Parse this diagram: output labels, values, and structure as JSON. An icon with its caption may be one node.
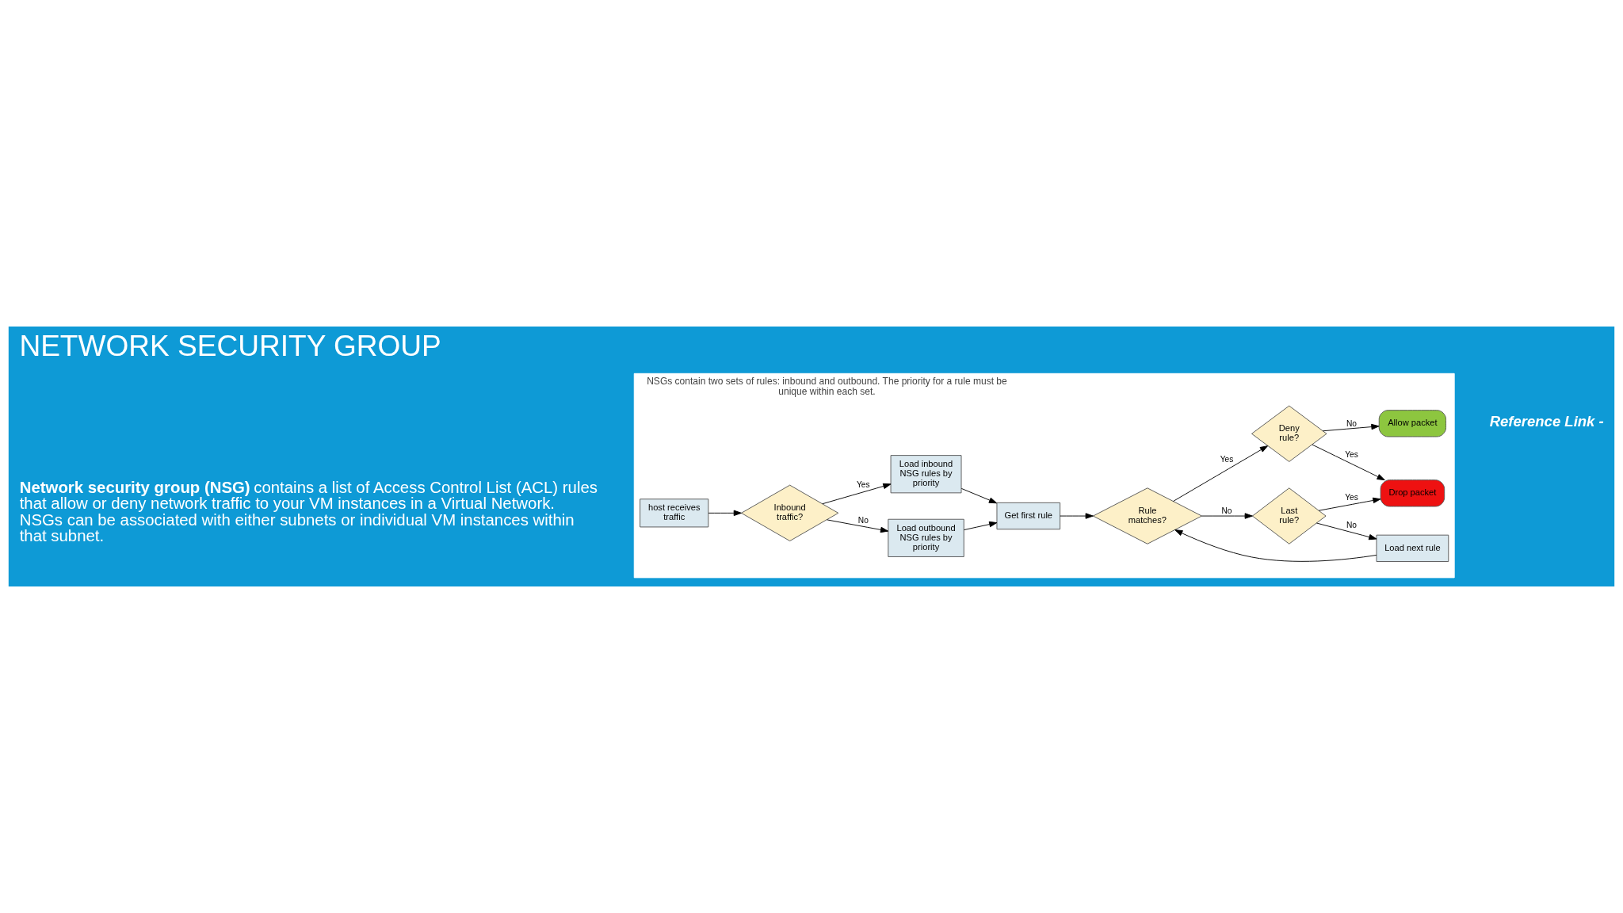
{
  "diagram": {
    "title": "NETWORK SECURITY GROUP",
    "nodes": [
      {
        "text": [
          "NSGs contain two sets of rules: inbound and outbound. The priority for a rule must be unique within each set."
        ]
      },
      {
        "text": [
          "host receives traffic"
        ],
        "in": 0
      },
      {
        "text": [
          "Inbound traffic?"
        ],
        "in": 0
      },
      {
        "text": [
          "Load outbound NSG rules by priority"
        ],
        "in": 0
      },
      {
        "text": [
          "Load inbound NSG rules by priority"
        ],
        "in": 0
      },
      {
        "text": [
          "Get first rule"
        ],
        "in": 0
      },
      {
        "text": [
          "Load next rule"
        ],
        "in": 0
      },
      {
        "text": [
          "Rule matches?"
        ],
        "in": 0
      },
      {
        "text": [
          "Last rule?"
        ],
        "in": 0
      },
      {
        "text": [
          "Deny rule?"
        ],
        "in": 0
      },
      {
        "text": [
          "Drop packet"
        ],
        "in": 0
      },
      {
        "text": [
          "Allow packet"
        ],
        "in": 0
      }
    ],
    "edges": [
      {
        "from": 1,
        "to": 2,
        "arrow": "to"
      },
      {
        "from": 2,
        "to": 3,
        "arrow": "to",
        "label": "No"
      },
      {
        "from": 2,
        "to": 4,
        "arrow": "to",
        "label": "Yes"
      },
      {
        "from": 3,
        "to": 5,
        "arrow": "to"
      },
      {
        "from": 4,
        "to": 5,
        "arrow": "to"
      },
      {
        "from": 5,
        "to": 7,
        "arrow": "to"
      },
      {
        "from": 6,
        "to": 7,
        "arrow": "to"
      },
      {
        "from": 7,
        "to": 8,
        "arrow": "to",
        "label": "No"
      },
      {
        "from": 8,
        "to": 6,
        "arrow": "to",
        "label": "No"
      },
      {
        "from": 7,
        "to": 9,
        "arrow": "to",
        "label": "Yes"
      },
      {
        "from": 8,
        "to": 10,
        "arrow": "to",
        "label": "Yes"
      },
      {
        "from": 9,
        "to": 10,
        "arrow": "to",
        "label": "Yes"
      },
      {
        "from": 9,
        "to": 11,
        "arrow": "to",
        "label": "No"
      }
    ],
    "labels": [
      "**Network security group (NSG)** contains a list of Access Control List (ACL) rules that allow or deny network traffic to your VM instances in a Virtual Network. NSGs can be associated with either subnets or individual VM instances within that subnet.",
      "Reference Link -"
    ]
  }
}
